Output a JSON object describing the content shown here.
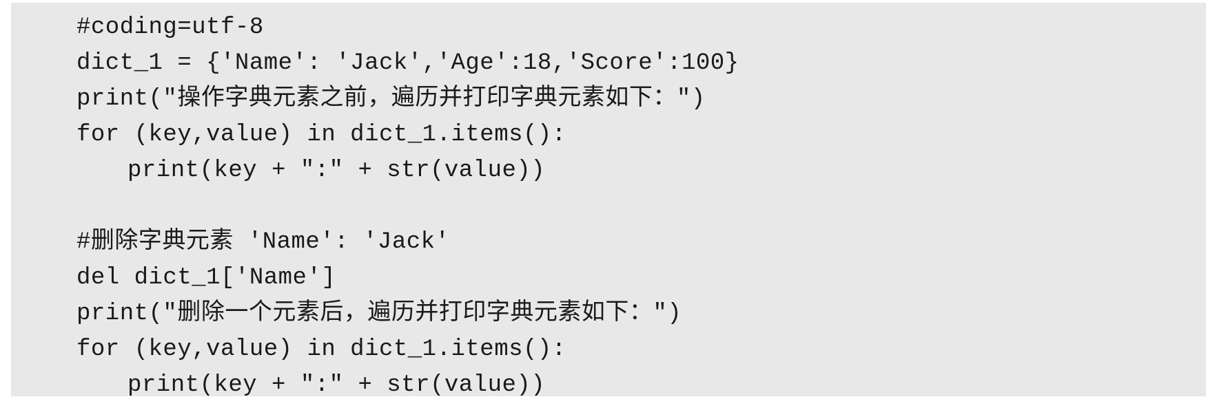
{
  "code": {
    "lines": [
      "#coding=utf-8",
      "dict_1 = {'Name': 'Jack','Age':18,'Score':100}",
      "print(\"操作字典元素之前，遍历并打印字典元素如下：\")",
      "for (key,value) in dict_1.items():",
      "print(key + \":\" + str(value))",
      "",
      "#删除字典元素 'Name': 'Jack'",
      "del dict_1['Name']",
      "print(\"删除一个元素后，遍历并打印字典元素如下：\")",
      "for (key,value) in dict_1.items():",
      "print(key + \":\" + str(value))"
    ]
  }
}
